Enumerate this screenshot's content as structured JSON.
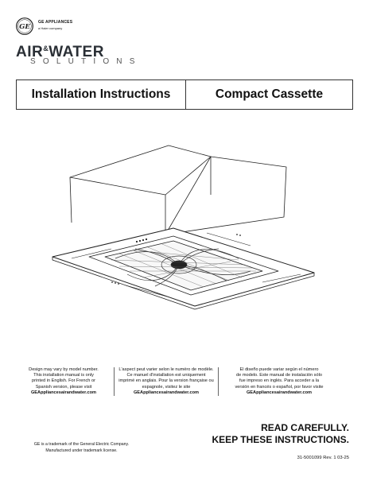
{
  "brand": {
    "logo_text": "GE",
    "name": "GE APPLIANCES",
    "subtitle": "a Haier company"
  },
  "product_line": {
    "title_part1": "AIR",
    "title_amp": "&",
    "title_part2": "WATER",
    "subtitle": "SOLUTIONS"
  },
  "header": {
    "left_title": "Installation Instructions",
    "right_title": "Compact Cassette"
  },
  "illustration": {
    "subject": "ceiling-cassette-unit"
  },
  "notes": {
    "english": {
      "lines": [
        "Design may vary by model number.",
        "This installation manual is only",
        "printed in English. For French or",
        "Spanish version, please visit"
      ],
      "site": "GEAppliancesairandwater.com"
    },
    "french": {
      "lines": [
        "L'aspect peut varier selon le numéro de modèle.",
        "Ce manuel d'installation est uniquement",
        "imprimé en anglais. Pour la version française ou",
        "espagnole, visitez le site"
      ],
      "site": "GEAppliancesairandwater.com"
    },
    "spanish": {
      "lines": [
        "El diseño puede variar según el número",
        "de modelo. Este manual de instalación sólo",
        "fue impreso en inglés. Para acceder a la",
        "versión en francés o español, por favor visite"
      ],
      "site": "GEAppliancesairandwater.com"
    }
  },
  "footer": {
    "trademark_lines": [
      "GE is a trademark of the General Electric Company.",
      "Manufactured under trademark license."
    ],
    "read_carefully": "READ CAREFULLY.",
    "keep_instructions": "KEEP THESE INSTRUCTIONS.",
    "doc_id": "31-5001099   Rev. 1   03-25"
  }
}
